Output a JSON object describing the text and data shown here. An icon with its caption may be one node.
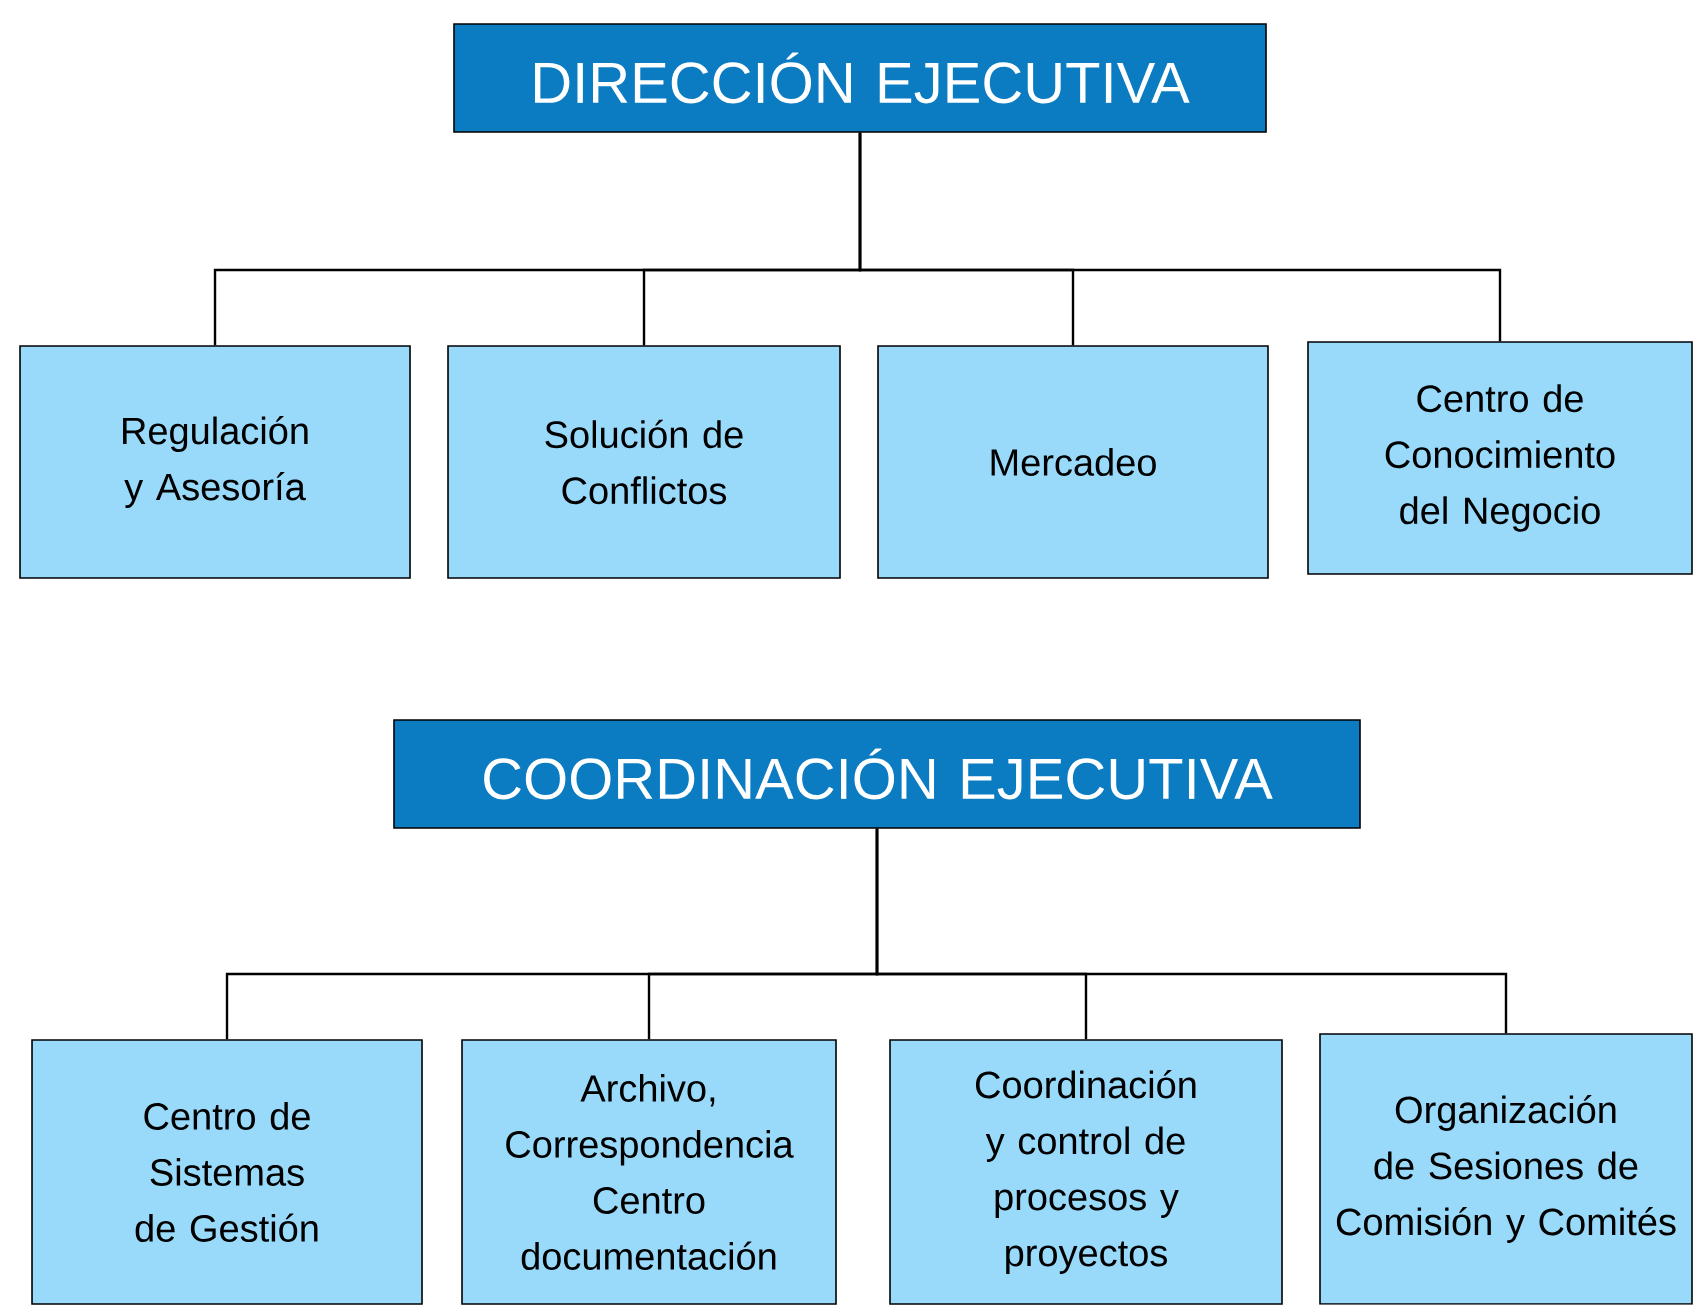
{
  "diagram": {
    "nodes": [
      {
        "text": [
          "DIRECCIÓN EJECUTIVA"
        ]
      },
      {
        "text": [
          "Regulación y Asesoría"
        ]
      },
      {
        "text": [
          "Solución de Conflictos"
        ]
      },
      {
        "text": [
          "Mercadeo"
        ]
      },
      {
        "text": [
          "Centro de Conocimiento del Negocio"
        ]
      },
      {
        "text": [
          "COORDINACIÓN EJECUTIVA"
        ]
      },
      {
        "text": [
          "Centro de Sistemas de Gestión"
        ]
      },
      {
        "text": [
          "Archivo, Correspondencia Centro documentación"
        ]
      },
      {
        "text": [
          "Coordinación y control de procesos y proyectos"
        ]
      },
      {
        "text": [
          "Organización de Sesiones de Comisión y Comités"
        ]
      }
    ],
    "edges": [
      {
        "from": 0,
        "to": 1,
        "arrow": "none"
      },
      {
        "from": 0,
        "to": 2,
        "arrow": "none"
      },
      {
        "from": 0,
        "to": 3,
        "arrow": "none"
      },
      {
        "from": 0,
        "to": 4,
        "arrow": "none"
      },
      {
        "from": 5,
        "to": 6,
        "arrow": "none"
      },
      {
        "from": 5,
        "to": 7,
        "arrow": "none"
      },
      {
        "from": 5,
        "to": 8,
        "arrow": "none"
      },
      {
        "from": 5,
        "to": 9,
        "arrow": "none"
      }
    ]
  }
}
